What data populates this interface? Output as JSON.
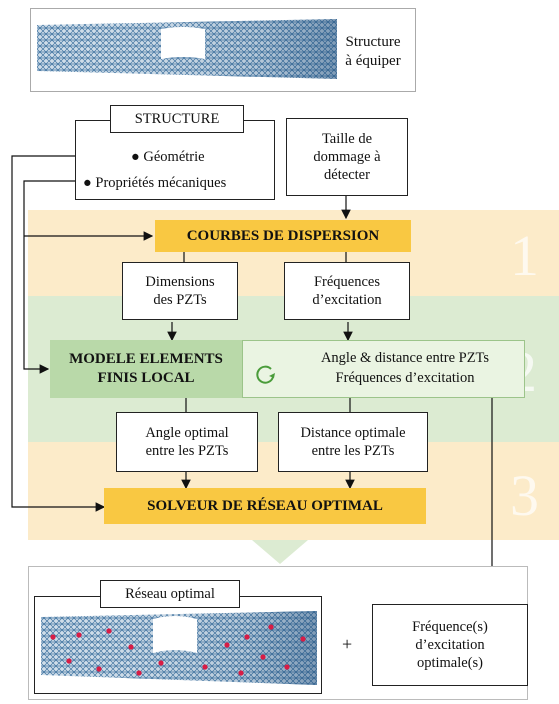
{
  "top": {
    "structure_caption": "Structure\nà équiper"
  },
  "structure_box": {
    "title": "STRUCTURE",
    "geometry": "Géométrie",
    "mechanical": "Propriétés mécaniques"
  },
  "damage_size": "Taille de\ndommage à\ndétecter",
  "dispersion": "COURBES DE DISPERSION",
  "pzt_dims": "Dimensions\ndes PZTs",
  "excitation_freqs": "Fréquences\nd’excitation",
  "fem": "MODELE ELEMENTS\nFINIS LOCAL",
  "loop_text": "Angle & distance entre PZTs\nFréquences d’excitation",
  "optimal_angle": "Angle optimal\nentre les PZTs",
  "optimal_distance": "Distance optimale\nentre les PZTs",
  "solver": "SOLVEUR DE RÉSEAU OPTIMAL",
  "result": {
    "network_label": "Réseau optimal",
    "plus": "+",
    "optimal_freq": "Fréquence(s)\nd’excitation\noptimale(s)"
  },
  "numerals": [
    "1",
    "2",
    "3"
  ],
  "colors": {
    "band1": "#fcebc9",
    "band2": "#dcebd2",
    "band3": "#fcebc9",
    "orange_box": "#f9c842",
    "green_box": "#b9d9a9",
    "green_loop_box": "#eaf4e2",
    "mesh": "#3f73a0",
    "sensor": "#d81c45"
  }
}
